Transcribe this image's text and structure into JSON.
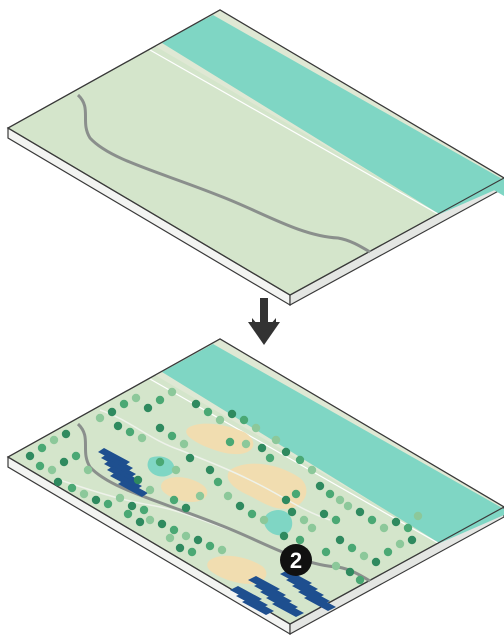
{
  "colors": {
    "land": "#d4e5cb",
    "land_dark": "#c9dcc0",
    "shore": "#dfe8d4",
    "water": "#7fd6c4",
    "slab_side_left": "#f3f4f2",
    "slab_side_right": "#e4e6e3",
    "outline": "#3a3a3a",
    "road": "#8a8f8c",
    "sand": "#f1ddb0",
    "pond": "#7fd6c4",
    "tree_dark": "#2f8a5f",
    "tree_mid": "#4aa874",
    "tree_light": "#8cc89a",
    "solar": "#1e4f8f",
    "arrow": "#333333",
    "badge_fill": "#111111",
    "badge_text": "#ffffff"
  },
  "panels": [
    {
      "id": "before",
      "description_icon": "empty-site-panel"
    },
    {
      "id": "after",
      "description_icon": "developed-site-panel"
    }
  ],
  "arrow_icon": "down-arrow-icon",
  "badge": {
    "label": "2"
  }
}
